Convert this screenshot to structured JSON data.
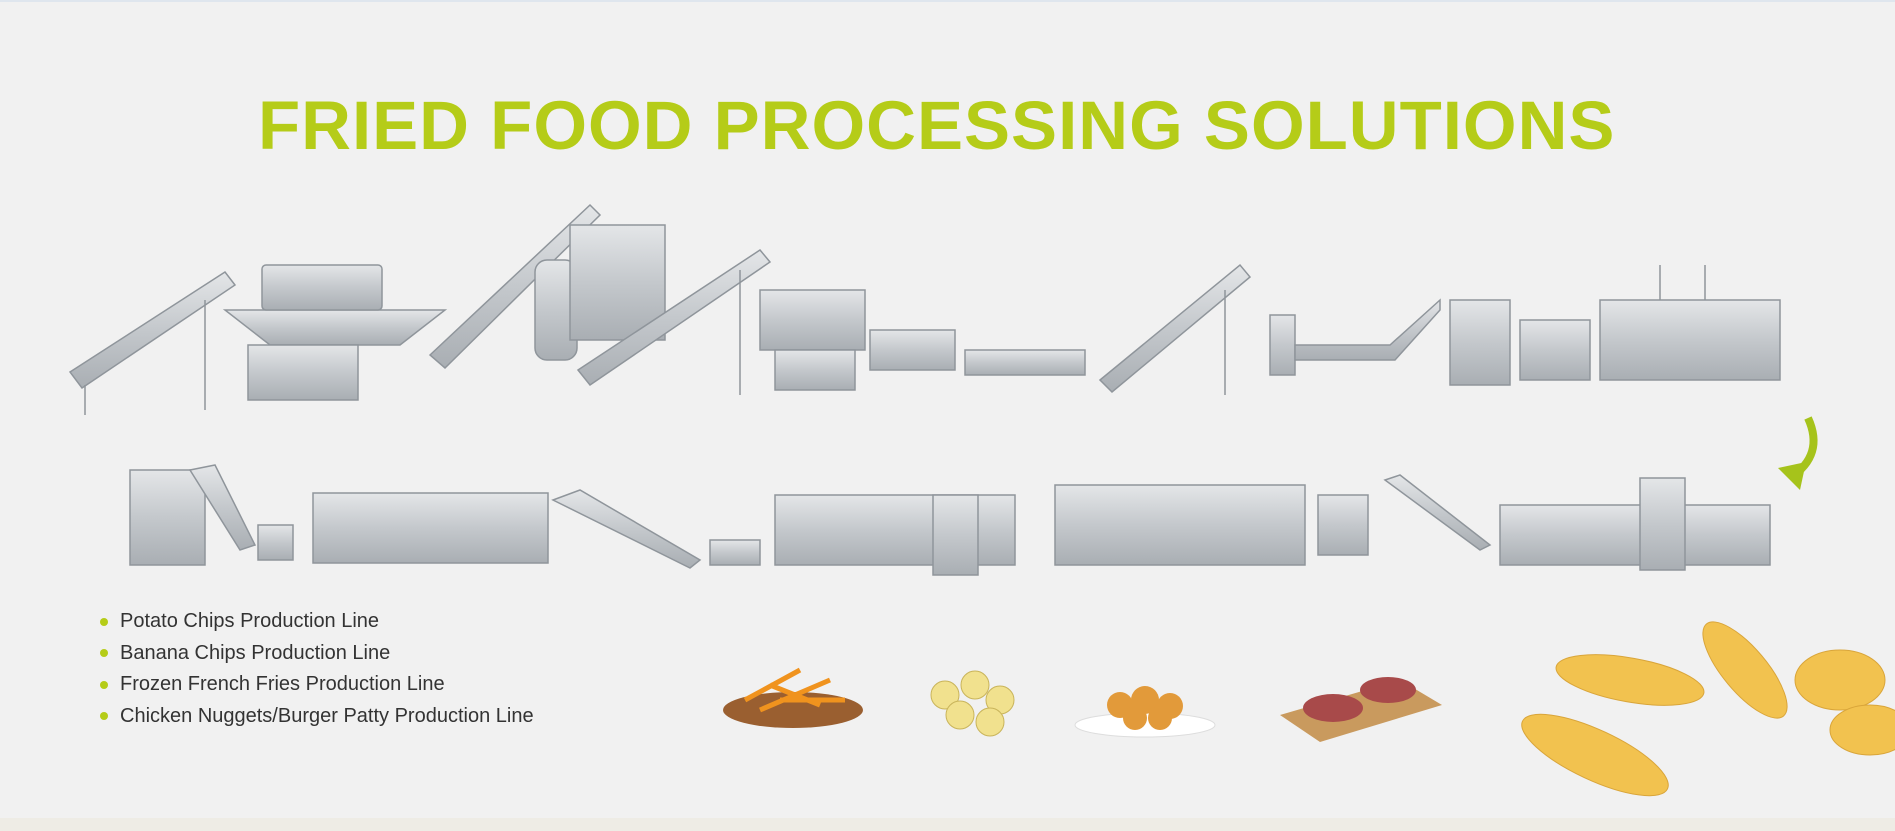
{
  "title": "FRIED FOOD PROCESSING SOLUTIONS",
  "colors": {
    "accent": "#b5cc18",
    "text": "#333333",
    "background": "#f1f1f1"
  },
  "product_lines": [
    "Potato Chips Production Line",
    "Banana Chips Production Line",
    "Frozen French Fries Production Line",
    "Chicken Nuggets/Burger Patty Production Line"
  ],
  "images": [
    "production-line-machinery",
    "french-fries",
    "banana-chips",
    "chicken-nuggets",
    "burger-patties",
    "potato-chips"
  ]
}
